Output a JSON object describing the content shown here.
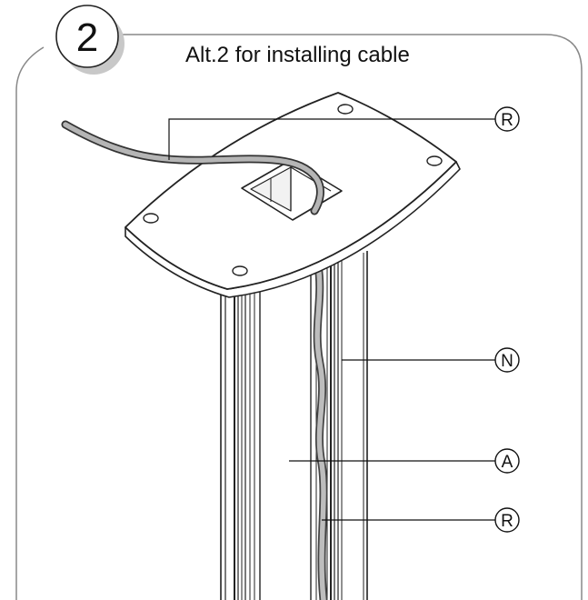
{
  "step": {
    "number": "2",
    "title": "Alt.2 for installing cable"
  },
  "callouts": [
    {
      "id": "r-top",
      "label": "R"
    },
    {
      "id": "n",
      "label": "N"
    },
    {
      "id": "a",
      "label": "A"
    },
    {
      "id": "r-bottom",
      "label": "R"
    }
  ]
}
